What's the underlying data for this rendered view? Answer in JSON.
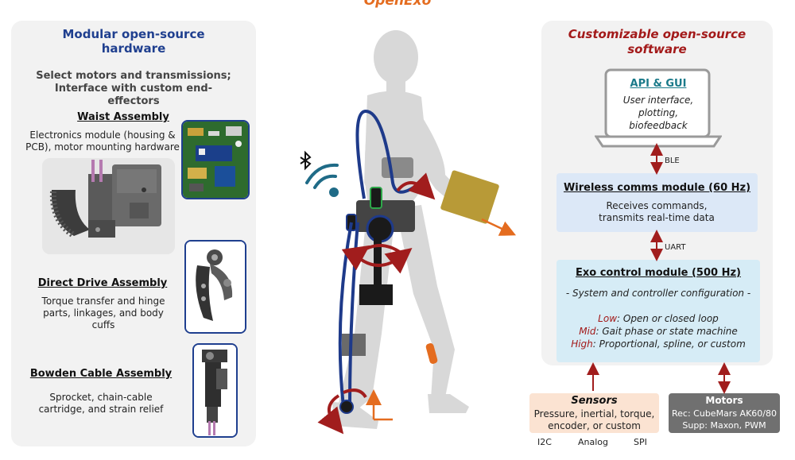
{
  "header": {
    "title": "OpenExo"
  },
  "hardware": {
    "title": "Modular open-source hardware",
    "subtitle": "Select motors and transmissions; Interface with custom end-effectors",
    "waist": {
      "title": "Waist Assembly",
      "desc": "Electronics module (housing & PCB), motor mounting hardware"
    },
    "direct": {
      "title": "Direct Drive Assembly",
      "desc": "Torque transfer and hinge parts, linkages, and body cuffs"
    },
    "bowden": {
      "title": "Bowden Cable Assembly",
      "desc": "Sprocket, chain-cable cartridge, and strain relief"
    }
  },
  "software": {
    "title": "Customizable open-source software",
    "api": {
      "title": "API & GUI",
      "desc": "User interface, plotting, biofeedback"
    },
    "ble_label": "BLE",
    "wireless": {
      "title": "Wireless comms module (60 Hz)",
      "desc": "Receives commands, transmits real-time data"
    },
    "uart_label": "UART",
    "exo": {
      "title": "Exo control module (500 Hz)",
      "subtitle": "- System and controller configuration -",
      "low_label": "Low",
      "low_text": ": Open or closed loop",
      "mid_label": "Mid",
      "mid_text": ": Gait phase or state machine",
      "high_label": "High",
      "high_text": ": Proportional, spline, or custom"
    }
  },
  "sensors": {
    "title": "Sensors",
    "desc": "Pressure, inertial, torque, encoder, or custom",
    "interfaces": [
      "I2C",
      "Analog",
      "SPI"
    ]
  },
  "motors": {
    "title": "Motors",
    "line1": "Rec: CubeMars AK60/80",
    "line2": "Supp: Maxon, PWM"
  },
  "colors": {
    "accent_orange": "#e46c1f",
    "hardware_blue": "#1f3f8f",
    "software_red": "#a31a1a",
    "arrow_red": "#a11d1d",
    "device_blue": "#1e3a8a",
    "wifi_teal": "#1f6b87"
  }
}
